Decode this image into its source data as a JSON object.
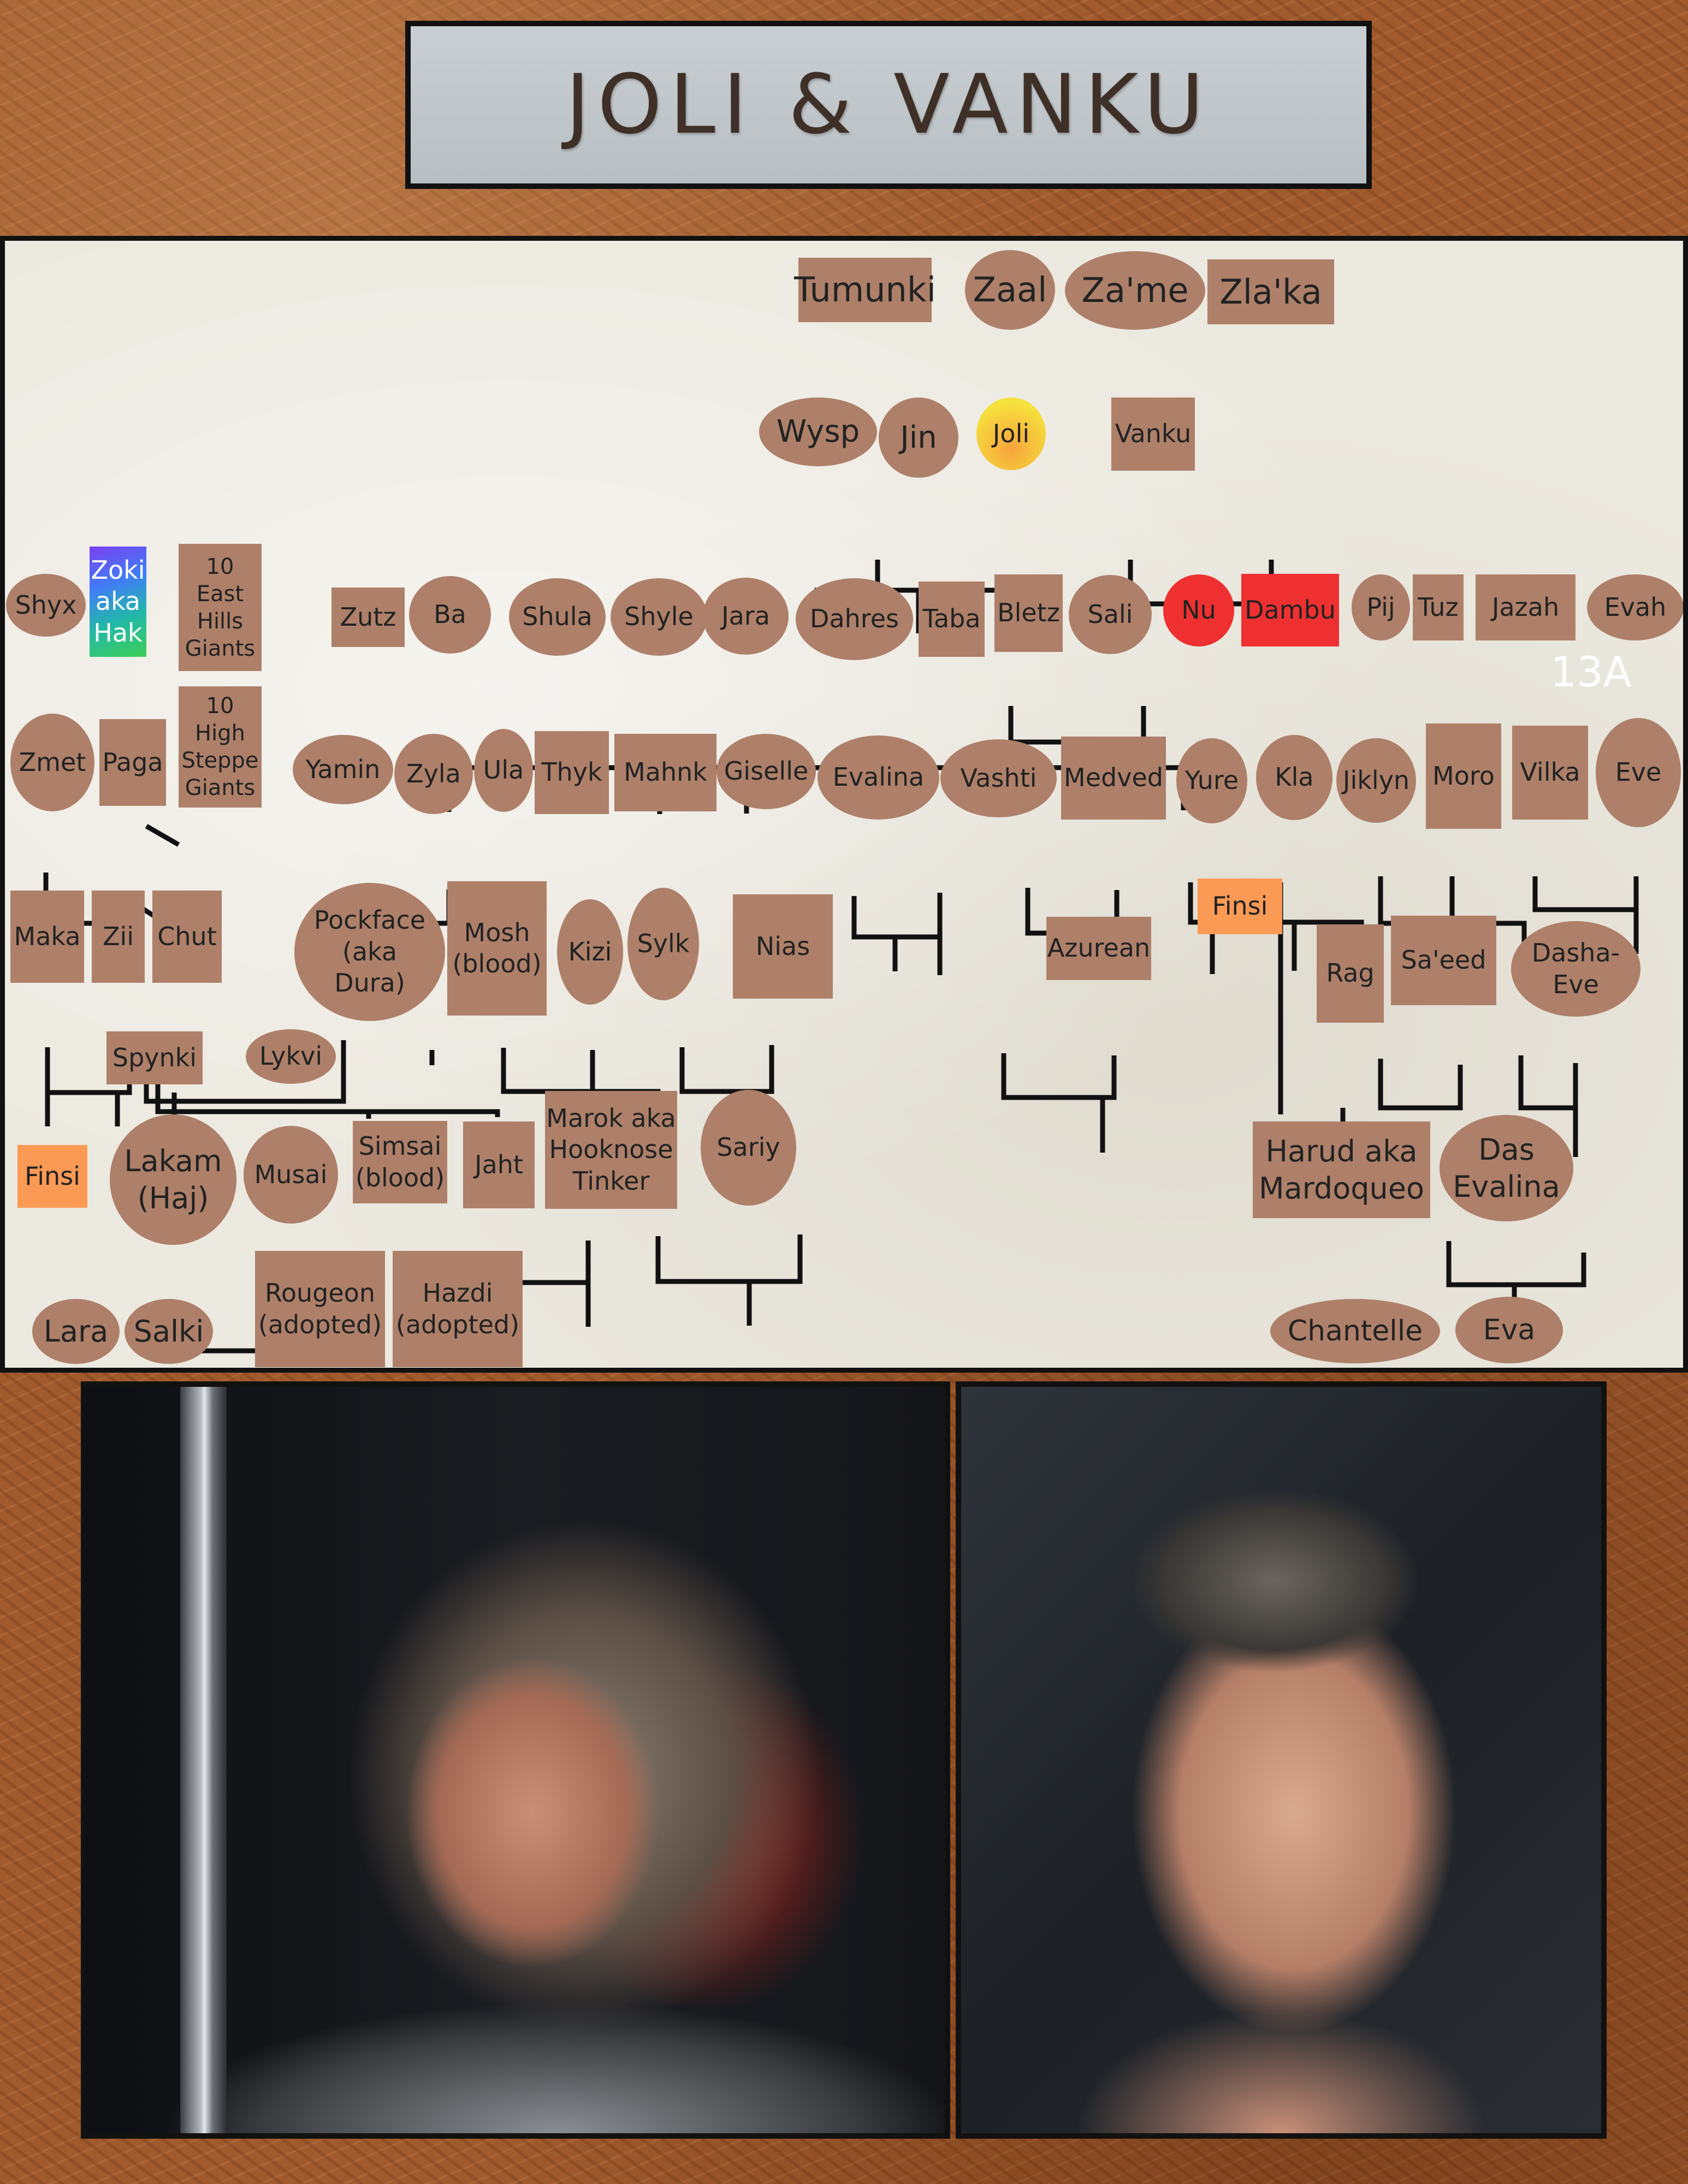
{
  "title": "JOLI & VANKU",
  "panel_label": "13A",
  "colors": {
    "node": "#ae8069",
    "line": "#111111",
    "highlight_red": "#ee3030",
    "highlight_orange": "#fa9a55",
    "title_text": "#3f3027"
  },
  "nodes": [
    {
      "id": "tumunki",
      "label": "Tumunki",
      "shape": "box"
    },
    {
      "id": "zaal",
      "label": "Zaal",
      "shape": "oval"
    },
    {
      "id": "zame",
      "label": "Za'me",
      "shape": "oval"
    },
    {
      "id": "zlaka",
      "label": "Zla'ka",
      "shape": "box"
    },
    {
      "id": "wysp",
      "label": "Wysp",
      "shape": "oval"
    },
    {
      "id": "jin",
      "label": "Jin",
      "shape": "oval"
    },
    {
      "id": "joli",
      "label": "Joli",
      "shape": "oval",
      "style": "grad"
    },
    {
      "id": "vanku",
      "label": "Vanku",
      "shape": "box"
    },
    {
      "id": "shyx",
      "label": "Shyx",
      "shape": "oval"
    },
    {
      "id": "zoki",
      "label": "Zoki\naka\nHak",
      "shape": "box",
      "style": "rainbow"
    },
    {
      "id": "eastgiants",
      "label": "10\nEast\nHills\nGiants",
      "shape": "box"
    },
    {
      "id": "zutz",
      "label": "Zutz",
      "shape": "box"
    },
    {
      "id": "ba",
      "label": "Ba",
      "shape": "oval"
    },
    {
      "id": "shula",
      "label": "Shula",
      "shape": "oval"
    },
    {
      "id": "shyle",
      "label": "Shyle",
      "shape": "oval"
    },
    {
      "id": "jara",
      "label": "Jara",
      "shape": "oval"
    },
    {
      "id": "dahres",
      "label": "Dahres",
      "shape": "oval"
    },
    {
      "id": "taba",
      "label": "Taba",
      "shape": "box"
    },
    {
      "id": "bletz",
      "label": "Bletz",
      "shape": "box"
    },
    {
      "id": "sali",
      "label": "Sali",
      "shape": "oval"
    },
    {
      "id": "nu",
      "label": "Nu",
      "shape": "oval",
      "style": "red"
    },
    {
      "id": "dambu",
      "label": "Dambu",
      "shape": "box",
      "style": "red"
    },
    {
      "id": "pij",
      "label": "Pij",
      "shape": "oval"
    },
    {
      "id": "tuz",
      "label": "Tuz",
      "shape": "box"
    },
    {
      "id": "jazah",
      "label": "Jazah",
      "shape": "box"
    },
    {
      "id": "evah",
      "label": "Evah",
      "shape": "oval"
    },
    {
      "id": "steppegiants",
      "label": "10\nHigh\nSteppe\nGiants",
      "shape": "box"
    },
    {
      "id": "zmet",
      "label": "Zmet",
      "shape": "oval"
    },
    {
      "id": "paga",
      "label": "Paga",
      "shape": "box"
    },
    {
      "id": "yamin",
      "label": "Yamin",
      "shape": "oval"
    },
    {
      "id": "zyla",
      "label": "Zyla",
      "shape": "oval"
    },
    {
      "id": "ula",
      "label": "Ula",
      "shape": "oval"
    },
    {
      "id": "thyk",
      "label": "Thyk",
      "shape": "box"
    },
    {
      "id": "mahnk",
      "label": "Mahnk",
      "shape": "box"
    },
    {
      "id": "giselle",
      "label": "Giselle",
      "shape": "oval"
    },
    {
      "id": "evalina",
      "label": "Evalina",
      "shape": "oval"
    },
    {
      "id": "vashti",
      "label": "Vashti",
      "shape": "oval"
    },
    {
      "id": "medved",
      "label": "Medved",
      "shape": "box"
    },
    {
      "id": "yure",
      "label": "Yure",
      "shape": "oval"
    },
    {
      "id": "kla",
      "label": "Kla",
      "shape": "oval"
    },
    {
      "id": "jiklyn",
      "label": "Jiklyn",
      "shape": "oval"
    },
    {
      "id": "moro",
      "label": "Moro",
      "shape": "box"
    },
    {
      "id": "vilka",
      "label": "Vilka",
      "shape": "box"
    },
    {
      "id": "eve",
      "label": "Eve",
      "shape": "oval"
    },
    {
      "id": "maka",
      "label": "Maka",
      "shape": "box"
    },
    {
      "id": "zii",
      "label": "Zii",
      "shape": "box"
    },
    {
      "id": "chut",
      "label": "Chut",
      "shape": "box"
    },
    {
      "id": "pockface",
      "label": "Pockface\n(aka\nDura)",
      "shape": "oval"
    },
    {
      "id": "mosh",
      "label": "Mosh\n(blood)",
      "shape": "box"
    },
    {
      "id": "kizi",
      "label": "Kizi",
      "shape": "oval"
    },
    {
      "id": "sylk",
      "label": "Sylk",
      "shape": "oval"
    },
    {
      "id": "nias",
      "label": "Nias",
      "shape": "box"
    },
    {
      "id": "azurean",
      "label": "Azurean",
      "shape": "box"
    },
    {
      "id": "finsi1",
      "label": "Finsi",
      "shape": "box",
      "style": "orange"
    },
    {
      "id": "rag",
      "label": "Rag",
      "shape": "box"
    },
    {
      "id": "saeed",
      "label": "Sa'eed",
      "shape": "box"
    },
    {
      "id": "dashaeve",
      "label": "Dasha-\nEve",
      "shape": "oval"
    },
    {
      "id": "spynki",
      "label": "Spynki",
      "shape": "box"
    },
    {
      "id": "lykvi",
      "label": "Lykvi",
      "shape": "oval"
    },
    {
      "id": "finsi2",
      "label": "Finsi",
      "shape": "box",
      "style": "orange"
    },
    {
      "id": "lakam",
      "label": "Lakam\n(Haj)",
      "shape": "oval"
    },
    {
      "id": "musai",
      "label": "Musai",
      "shape": "oval"
    },
    {
      "id": "simsai",
      "label": "Simsai\n(blood)",
      "shape": "box"
    },
    {
      "id": "jaht",
      "label": "Jaht",
      "shape": "box"
    },
    {
      "id": "marok",
      "label": "Marok aka\nHooknose\nTinker",
      "shape": "box"
    },
    {
      "id": "sariy",
      "label": "Sariy",
      "shape": "oval"
    },
    {
      "id": "harud",
      "label": "Harud aka\nMardoqueo",
      "shape": "box"
    },
    {
      "id": "dasevalina",
      "label": "Das\nEvalina",
      "shape": "oval"
    },
    {
      "id": "lara",
      "label": "Lara",
      "shape": "oval"
    },
    {
      "id": "salki",
      "label": "Salki",
      "shape": "oval"
    },
    {
      "id": "rougeon",
      "label": "Rougeon\n(adopted)",
      "shape": "box"
    },
    {
      "id": "hazdi",
      "label": "Hazdi\n(adopted)",
      "shape": "box"
    },
    {
      "id": "chantelle",
      "label": "Chantelle",
      "shape": "oval"
    },
    {
      "id": "eva",
      "label": "Eva",
      "shape": "oval"
    }
  ],
  "photos": [
    {
      "id": "woman",
      "subject": "woman-warrior-photo"
    },
    {
      "id": "man",
      "subject": "man-portrait-photo"
    }
  ]
}
